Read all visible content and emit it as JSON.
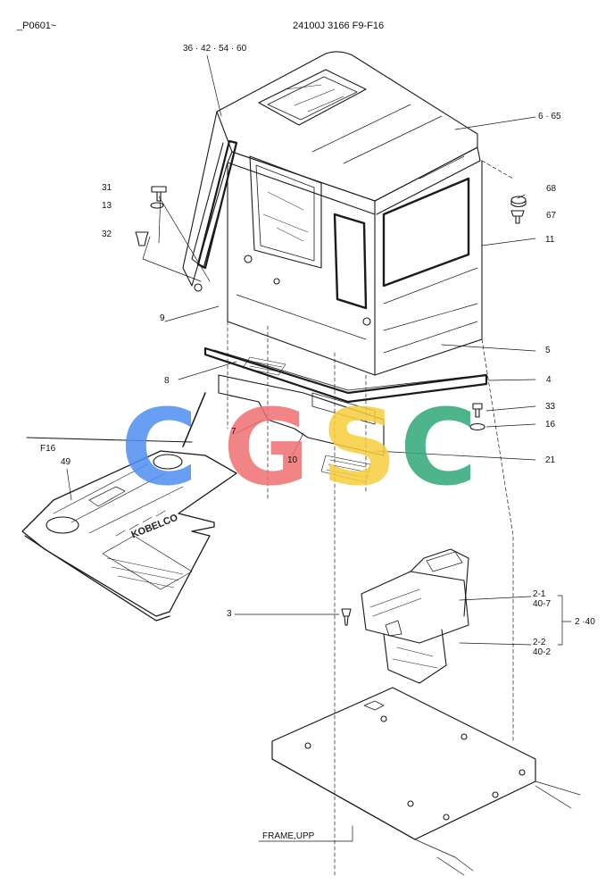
{
  "header": {
    "left_code": "_P0601~",
    "center_code": "24100J 3166 F9-F16"
  },
  "callouts": {
    "c36": "36 · 42 · 54 · 60",
    "c665": "6 · 65",
    "c68": "68",
    "c67": "67",
    "c11": "11",
    "c31": "31",
    "c13": "13",
    "c32": "32",
    "c9": "9",
    "c5": "5",
    "c8": "8",
    "c4": "4",
    "c33": "33",
    "c16": "16",
    "c7": "7",
    "c10": "10",
    "c21": "21",
    "f16": "F16",
    "c49": "49",
    "c3": "3",
    "c21s": "2-1",
    "c407": "40-7",
    "c240": "2 ·40",
    "c22": "2-2",
    "c402": "40-2",
    "frame": "FRAME,UPP",
    "mat_text": "KOBELCO"
  },
  "watermark": {
    "letters": [
      "C",
      "G",
      "S",
      "C"
    ],
    "colors": [
      "#4f8ff0",
      "#ef6f6f",
      "#f7cd3c",
      "#2fa878"
    ]
  },
  "colors": {
    "line": "#1a1a1a"
  }
}
